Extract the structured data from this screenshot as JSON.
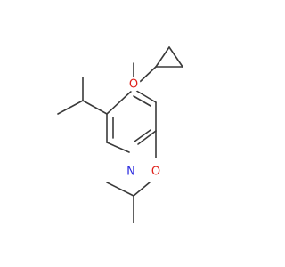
{
  "molecule": {
    "atoms": [
      {
        "id": "N1",
        "element": "N",
        "color": "#2a2adf"
      },
      {
        "id": "O_ring",
        "element": "O",
        "color": "#e0201a"
      },
      {
        "id": "O_side",
        "element": "O",
        "color": "#e0201a"
      }
    ]
  }
}
